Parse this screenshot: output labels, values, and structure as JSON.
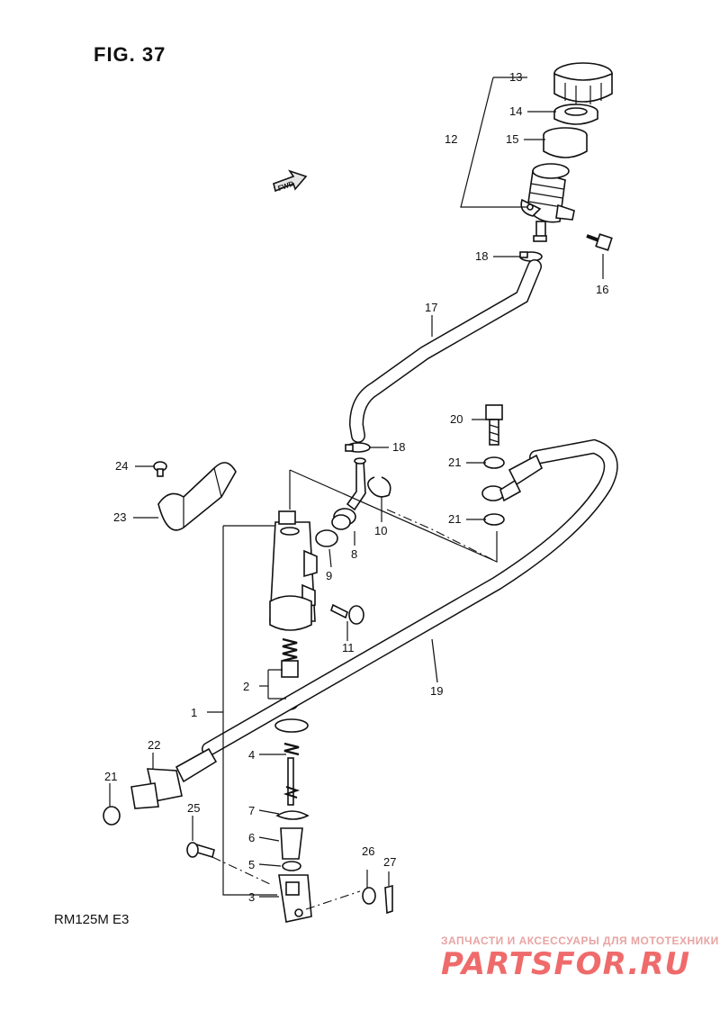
{
  "figure": {
    "title": "FIG. 37",
    "model_code": "RM125M E3",
    "fwd_label": "FWD"
  },
  "watermark": {
    "tagline": "ЗАПЧАСТИ И АКСЕССУАРЫ ДЛЯ МОТОТЕХНИКИ",
    "logo": "PARTSFOR.RU"
  },
  "callouts": {
    "c1": "1",
    "c2": "2",
    "c3": "3",
    "c4": "4",
    "c5": "5",
    "c6": "6",
    "c7": "7",
    "c8": "8",
    "c9": "9",
    "c10": "10",
    "c11": "11",
    "c12": "12",
    "c13": "13",
    "c14": "14",
    "c15": "15",
    "c16": "16",
    "c17": "17",
    "c18a": "18",
    "c18b": "18",
    "c19": "19",
    "c20": "20",
    "c21a": "21",
    "c21b": "21",
    "c21c": "21",
    "c22": "22",
    "c23": "23",
    "c24": "24",
    "c25": "25",
    "c26": "26",
    "c27": "27"
  }
}
